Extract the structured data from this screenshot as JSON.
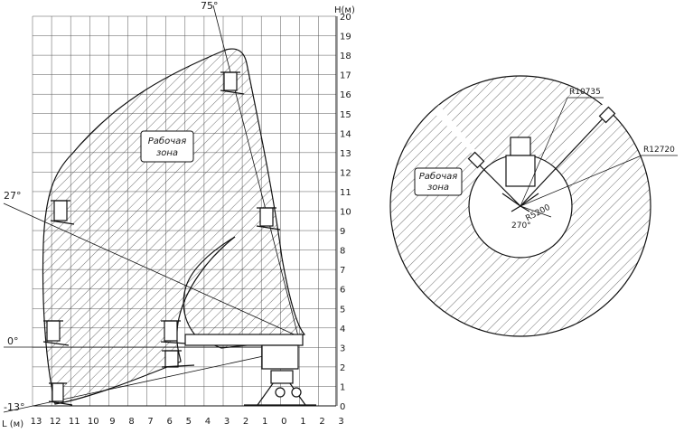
{
  "side_view": {
    "axis_h_label": "H(м)",
    "axis_l_label": "L (м)",
    "h_ticks": [
      "0",
      "1",
      "2",
      "3",
      "4",
      "5",
      "6",
      "7",
      "8",
      "9",
      "10",
      "11",
      "12",
      "13",
      "14",
      "15",
      "16",
      "17",
      "18",
      "19",
      "20"
    ],
    "l_ticks": [
      "13",
      "12",
      "11",
      "10",
      "9",
      "8",
      "7",
      "6",
      "5",
      "4",
      "3",
      "2",
      "1",
      "0",
      "1",
      "2",
      "3"
    ],
    "angles": {
      "top": "75°",
      "upper": "27°",
      "middle": "0°",
      "lower": "-13°"
    },
    "zone_label_line1": "Рабочая",
    "zone_label_line2": "зона"
  },
  "top_view": {
    "zone_label_line1": "Рабочая",
    "zone_label_line2": "зона",
    "r_outer": "R12720",
    "r_mid": "R10735",
    "r_inner": "R5200",
    "slew_angle": "270°"
  }
}
